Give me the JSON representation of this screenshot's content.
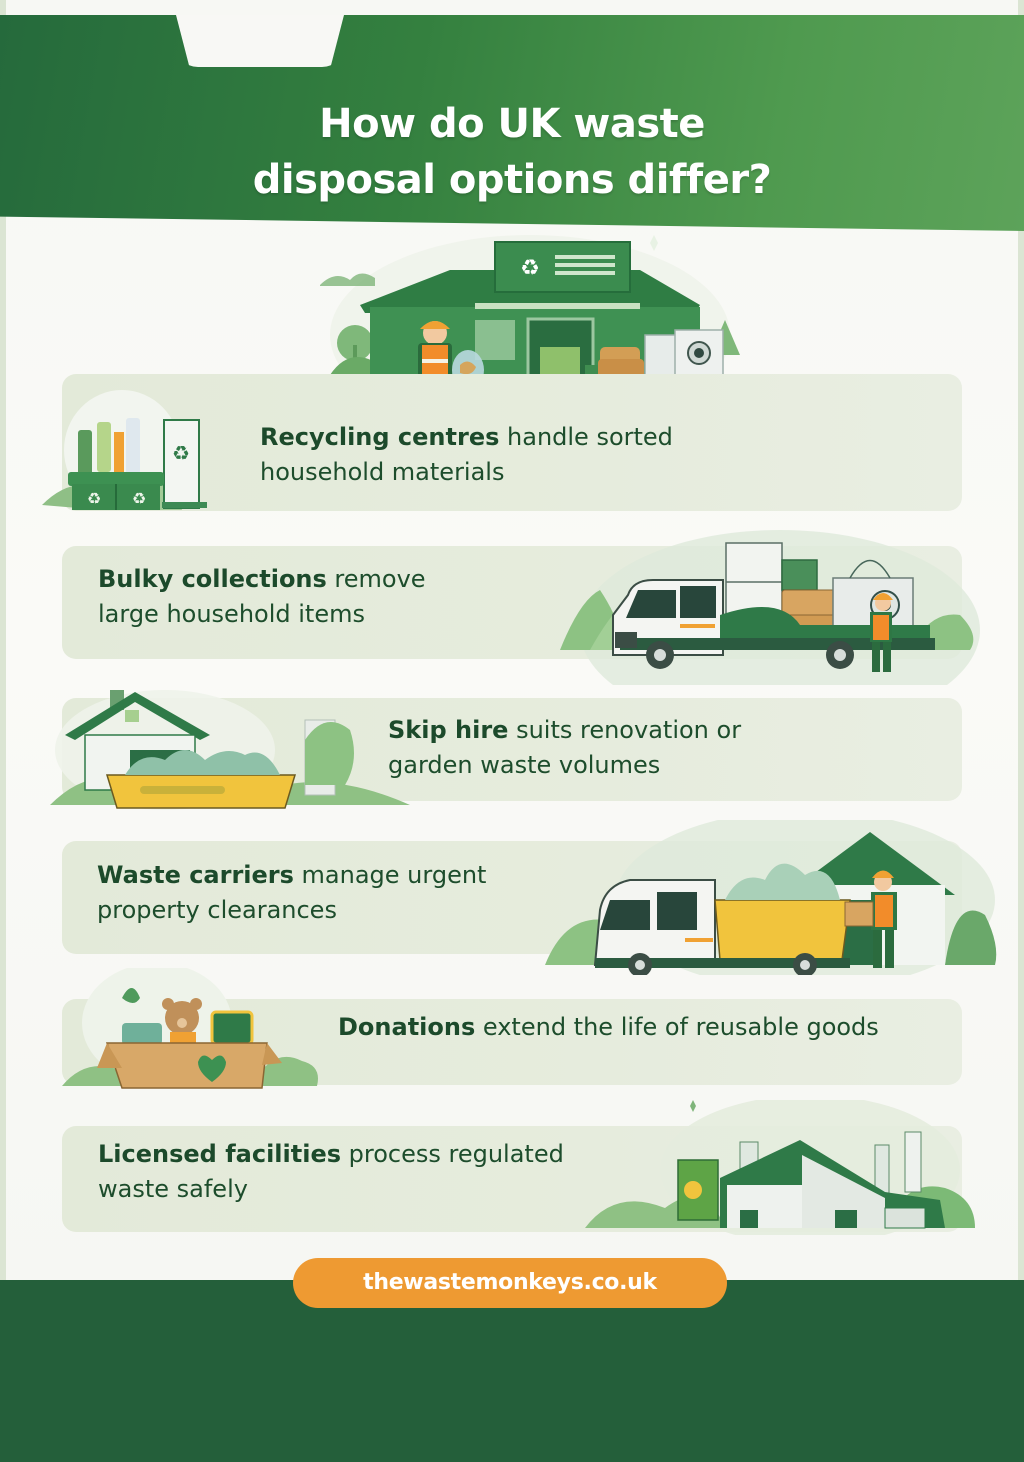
{
  "header": {
    "title_line1": "How do UK waste",
    "title_line2": "disposal options differ?"
  },
  "options": [
    {
      "bold": "Recycling centres",
      "rest_line1": " handle sorted",
      "line2": "household materials",
      "icon": "recycling-bins-icon"
    },
    {
      "bold": "Bulky collections",
      "rest_line1": " remove",
      "line2": "large household items",
      "icon": "flatbed-truck-icon"
    },
    {
      "bold": "Skip hire",
      "rest_line1": " suits renovation or",
      "line2": "garden waste volumes",
      "icon": "skip-house-icon"
    },
    {
      "bold": "Waste carriers",
      "rest_line1": " manage urgent",
      "line2": "property clearances",
      "icon": "waste-van-icon"
    },
    {
      "bold": "Donations",
      "rest_line1": " extend the life of reusable goods",
      "line2": "",
      "icon": "donation-box-icon"
    },
    {
      "bold": "Licensed facilities",
      "rest_line1": " process regulated",
      "line2": "waste safely",
      "icon": "facility-icon"
    }
  ],
  "footer": {
    "url": "thewastemonkeys.co.uk"
  },
  "colors": {
    "header_green": "#34803f",
    "footer_green": "#245f3a",
    "card_bg": "#e5ebdc",
    "text_dark_green": "#1d4d2c",
    "accent_orange": "#ee9a32"
  }
}
